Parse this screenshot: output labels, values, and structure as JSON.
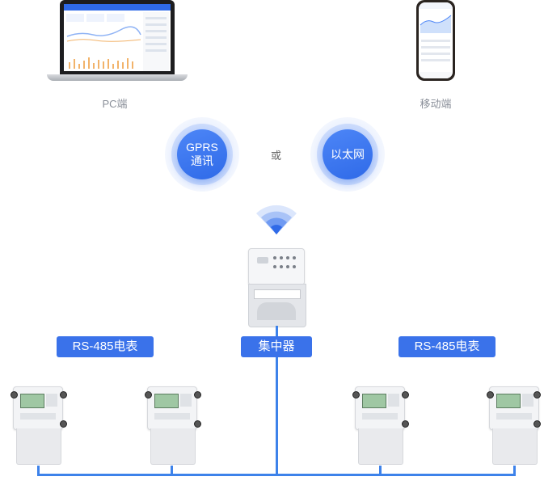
{
  "top": {
    "pc_label": "PC端",
    "mobile_label": "移动端"
  },
  "comm": {
    "gprs_line1": "GPRS",
    "gprs_line2": "通讯",
    "or": "或",
    "ethernet": "以太网"
  },
  "labels": {
    "left_meter": "RS-485电表",
    "center": "集中器",
    "right_meter": "RS-485电表"
  },
  "colors": {
    "accent": "#3a72ea",
    "line": "#3d82ea",
    "caption": "#8a8f99"
  }
}
